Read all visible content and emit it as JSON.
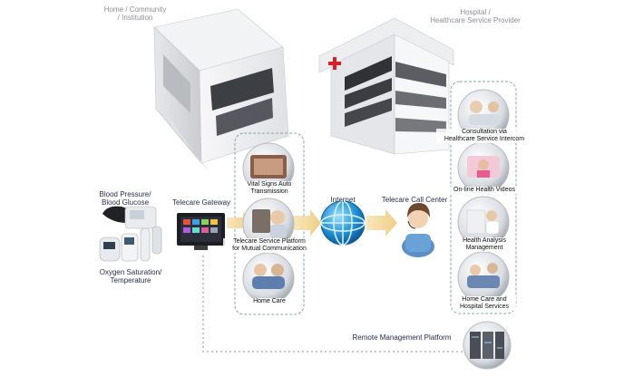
{
  "labels": {
    "home": [
      "Home / Community",
      "/ Institution"
    ],
    "hospital": [
      "Hospital /",
      "Healthcare Service Provider"
    ],
    "bp": [
      "Blood Pressure/",
      "Blood Glucose"
    ],
    "oxygen": [
      "Oxygen Saturation/",
      "Temperature"
    ],
    "gateway": "Telecare Gateway",
    "internet": "Internet",
    "call_center": "Telecare Call Center",
    "remote": "Remote Management Platform"
  },
  "home_services": [
    {
      "name": "vital-signs",
      "caption": [
        "Vital Signs Auto",
        "Transmission"
      ]
    },
    {
      "name": "service-platform",
      "caption": [
        "Telecare Service Platform",
        "for Mutual Communication"
      ]
    },
    {
      "name": "home-care",
      "caption": [
        "Home Care"
      ]
    }
  ],
  "hospital_services": [
    {
      "name": "consultation",
      "caption": [
        "Consultation via",
        "Healthcare Service Intercom"
      ]
    },
    {
      "name": "online-videos",
      "caption": [
        "On-line Health Videos"
      ]
    },
    {
      "name": "health-analysis",
      "caption": [
        "Health Analysis",
        "Management"
      ]
    },
    {
      "name": "home-hospital",
      "caption": [
        "Home Care and",
        "Hospital Services"
      ]
    }
  ],
  "colors": {
    "label_blue": "#2d3a8c",
    "label_gray": "#8a8f96",
    "dashed_frame": "#7fa9a3",
    "arrow": "#f3d9a0",
    "cross_red": "#d8202a",
    "globe": "#1f8fd6"
  }
}
